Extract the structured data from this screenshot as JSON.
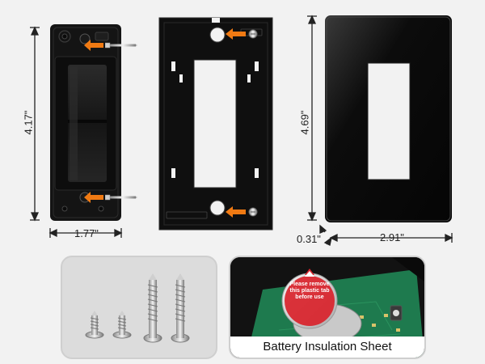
{
  "dimensions": {
    "switch_height": "4.17\"",
    "switch_width": "1.77\"",
    "plate_height": "4.69\"",
    "plate_depth": "0.31\"",
    "plate_width": "2.91\""
  },
  "panels": {
    "battery_caption": "Battery Insulation Sheet",
    "sticker_text": "Please remove this plastic tab before use"
  },
  "colors": {
    "plate_black": "#0a0a0a",
    "accent_orange": "#f07a13",
    "sticker_red": "#d9232b",
    "pcb_green": "#1e7a4e"
  },
  "icons": [
    "screw-icon",
    "arrow-icon"
  ]
}
